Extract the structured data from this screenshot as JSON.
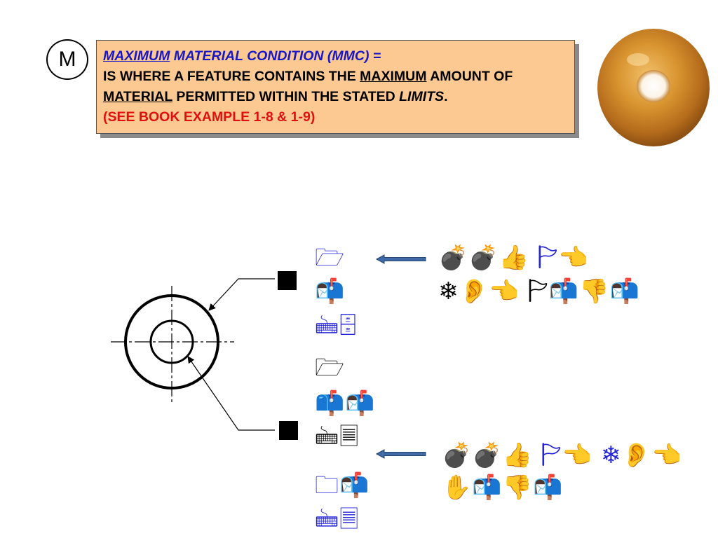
{
  "symbol": {
    "letter": "M"
  },
  "definition": {
    "line1_em": "MAXIMUM",
    "line1_rest": " MATERIAL CONDITION (MMC) =",
    "line2_pre": "IS WHERE A FEATURE CONTAINS THE ",
    "line2_u": "MAXIMUM",
    "line2_post": " AMOUNT OF",
    "line3_u": "MATERIAL",
    "line3_mid": " PERMITTED WITHIN THE STATED ",
    "line3_i": "LIMITS",
    "line3_end": ".",
    "line4": "(SEE BOOK EXAMPLE 1-8 & 1-9)"
  },
  "colors": {
    "box_fill": "#fcc993",
    "blue_text": "#1717c8",
    "red_text": "#e01010",
    "arrow_fill": "#3f6aa8",
    "donut_glaze": "#c8822c"
  },
  "callouts": {
    "upper_label": [
      "🗁",
      "📬",
      "🖮🗄"
    ],
    "upper_label_2": [
      "🗁",
      "📫📬",
      "🖮🗏"
    ],
    "upper_note_1": "💣💣👍  🏱👈",
    "upper_note_2": "❄👂👈  🏱📬👎📬",
    "lower_label": [
      "🗀📬",
      "🖮🗏"
    ],
    "lower_note_1": "💣💣👍  🏱👈  ❄👂👈",
    "lower_note_2": "✋📬👎📬"
  }
}
